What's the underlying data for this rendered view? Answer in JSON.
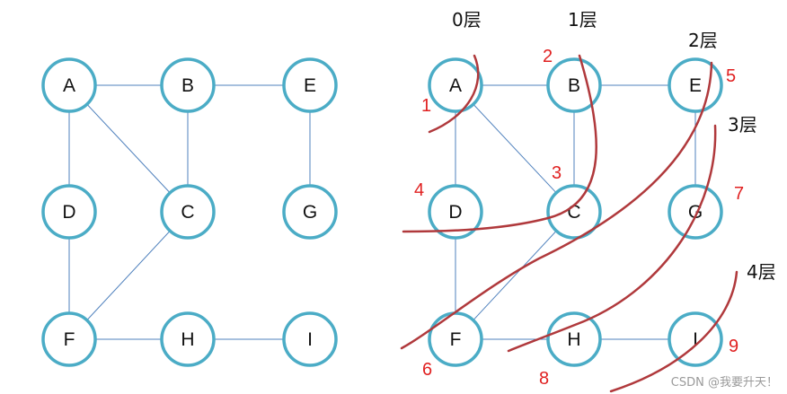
{
  "left_graph": {
    "nodes": [
      {
        "id": "A",
        "label": "A"
      },
      {
        "id": "B",
        "label": "B"
      },
      {
        "id": "E",
        "label": "E"
      },
      {
        "id": "D",
        "label": "D"
      },
      {
        "id": "C",
        "label": "C"
      },
      {
        "id": "G",
        "label": "G"
      },
      {
        "id": "F",
        "label": "F"
      },
      {
        "id": "H",
        "label": "H"
      },
      {
        "id": "I",
        "label": "I"
      }
    ],
    "edges": [
      [
        "A",
        "B"
      ],
      [
        "B",
        "E"
      ],
      [
        "A",
        "D"
      ],
      [
        "A",
        "C"
      ],
      [
        "B",
        "C"
      ],
      [
        "E",
        "G"
      ],
      [
        "D",
        "F"
      ],
      [
        "C",
        "F"
      ],
      [
        "F",
        "H"
      ],
      [
        "H",
        "I"
      ]
    ]
  },
  "right_graph": {
    "nodes": [
      {
        "id": "A",
        "label": "A"
      },
      {
        "id": "B",
        "label": "B"
      },
      {
        "id": "E",
        "label": "E"
      },
      {
        "id": "D",
        "label": "D"
      },
      {
        "id": "C",
        "label": "C"
      },
      {
        "id": "G",
        "label": "G"
      },
      {
        "id": "F",
        "label": "F"
      },
      {
        "id": "H",
        "label": "H"
      },
      {
        "id": "I",
        "label": "I"
      }
    ],
    "edges": [
      [
        "A",
        "B"
      ],
      [
        "B",
        "E"
      ],
      [
        "A",
        "D"
      ],
      [
        "A",
        "C"
      ],
      [
        "B",
        "C"
      ],
      [
        "E",
        "G"
      ],
      [
        "D",
        "F"
      ],
      [
        "C",
        "F"
      ],
      [
        "F",
        "H"
      ],
      [
        "H",
        "I"
      ]
    ],
    "layer_labels": [
      "0层",
      "1层",
      "2层",
      "3层",
      "4层"
    ],
    "visit_order": [
      {
        "node": "A",
        "order": "1"
      },
      {
        "node": "B",
        "order": "2"
      },
      {
        "node": "C",
        "order": "3"
      },
      {
        "node": "D",
        "order": "4"
      },
      {
        "node": "E",
        "order": "5"
      },
      {
        "node": "F",
        "order": "6"
      },
      {
        "node": "G",
        "order": "7"
      },
      {
        "node": "H",
        "order": "8"
      },
      {
        "node": "I",
        "order": "9"
      }
    ]
  },
  "colors": {
    "node_stroke": "#4bacc6",
    "edge": "#4f81bd",
    "layer_curve": "#b0393c",
    "order_number": "#e02020"
  },
  "watermark": "CSDN @我要升天！"
}
